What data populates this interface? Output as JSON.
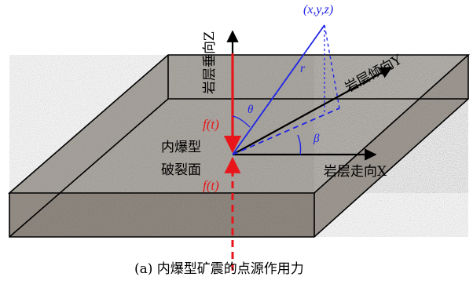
{
  "labels": {
    "point": "(x,y,z)",
    "r": "r",
    "theta": "θ",
    "beta": "β",
    "axis_z": "岩层垂向Z",
    "axis_y": "岩层倾向Y",
    "axis_x": "岩层走向X",
    "force_top": "f(t)",
    "force_bottom": "f(t)",
    "plane_line1": "内爆型",
    "plane_line2": "破裂面",
    "caption": "(a)  内爆型矿震的点源作用力"
  },
  "colors": {
    "red": "#e8161b",
    "blue": "#1f24e6",
    "black": "#000000",
    "slab_top": "#a9a59f",
    "slab_side_front": "#8c857e",
    "slab_side_right": "#9a948e"
  }
}
